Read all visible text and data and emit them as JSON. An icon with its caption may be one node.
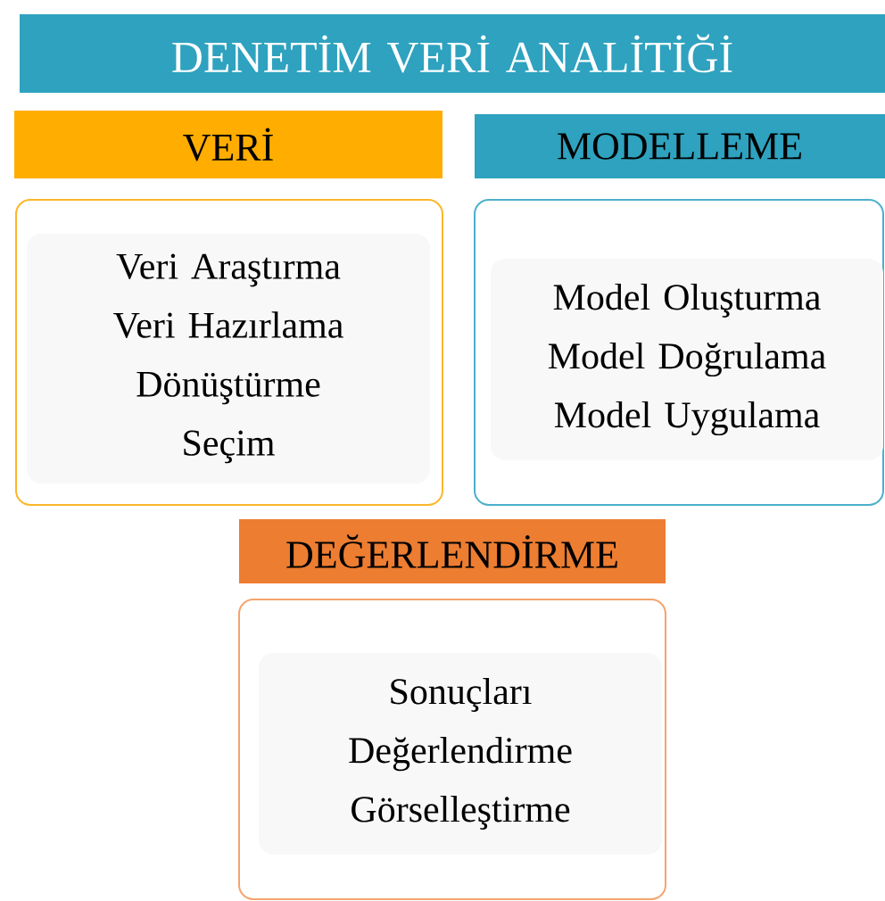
{
  "diagram": {
    "nodes": [
      {
        "text": [
          "DENETİM VERİ ANALİTİĞİ"
        ]
      },
      {
        "text": [
          "VERİ"
        ]
      },
      {
        "text": [],
        "shape": "box"
      },
      {
        "text": [
          "Veri Araştırma",
          "Veri Hazırlama",
          "Dönüştürme",
          "Seçim"
        ],
        "in": 2
      },
      {
        "text": [
          "MODELLEME"
        ]
      },
      {
        "text": [],
        "shape": "box"
      },
      {
        "text": [
          "Model Oluşturma",
          "Model Doğrulama",
          "Model Uygulama"
        ],
        "in": 5
      },
      {
        "text": [
          "DEĞERLENDİRME"
        ]
      },
      {
        "text": [],
        "shape": "box"
      },
      {
        "text": [
          "Sonuçları Değerlendirme",
          "Görselleştirme"
        ],
        "in": 8
      }
    ],
    "edges": []
  }
}
